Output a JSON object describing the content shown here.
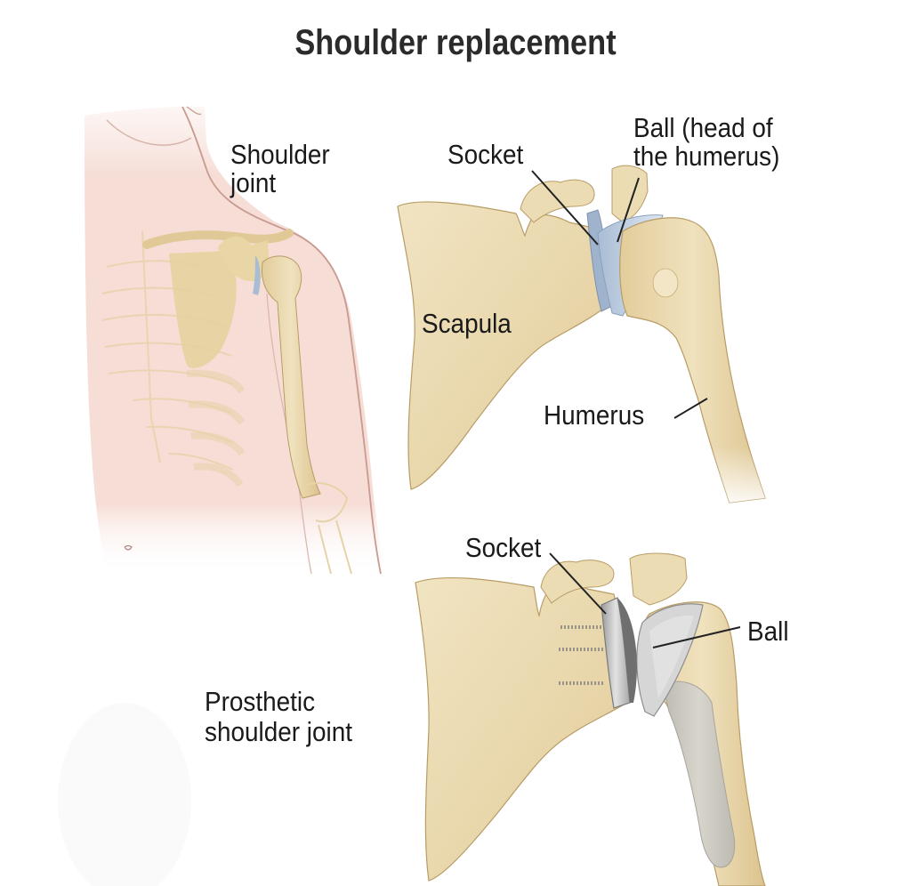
{
  "title": "Shoulder replacement",
  "colors": {
    "bone": "#ecdcb4",
    "bone_shade": "#d8c08c",
    "bone_outline": "#b89c66",
    "skin": "#f6ddd6",
    "skin_outline": "#c89a90",
    "cartilage": "#c7d6e8",
    "cartilage_dark": "#9fb3cc",
    "implant": "#c9c9c9",
    "implant_dark": "#8e8e8e",
    "text": "#1a1a1a",
    "title_text": "#2b2b2b"
  },
  "panels": {
    "body_view": {
      "labels": {
        "shoulder_joint_line1": "Shoulder",
        "shoulder_joint_line2": "joint"
      }
    },
    "natural_joint": {
      "labels": {
        "socket": "Socket",
        "ball_line1": "Ball (head of",
        "ball_line2": "the humerus)",
        "scapula": "Scapula",
        "humerus": "Humerus"
      }
    },
    "prosthetic_joint": {
      "labels": {
        "socket": "Socket",
        "ball": "Ball",
        "caption_line1": "Prosthetic",
        "caption_line2": "shoulder joint"
      }
    }
  }
}
